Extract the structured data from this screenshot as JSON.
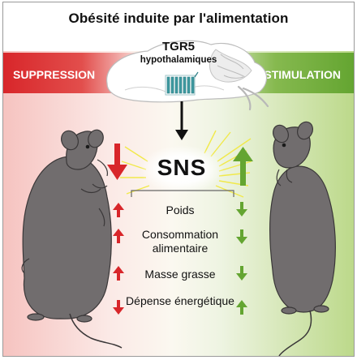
{
  "title": "Obésité induite par l'alimentation",
  "suppression_label": "SUPPRESSION",
  "stimulation_label": "STIMULATION",
  "receptor": {
    "name": "TGR5",
    "location": "hypothalamiques"
  },
  "center_label": "SNS",
  "outcomes": [
    {
      "label": "Poids",
      "suppression": "up",
      "stimulation": "down"
    },
    {
      "label": "Consommation alimentaire",
      "suppression": "up",
      "stimulation": "down"
    },
    {
      "label": "Masse grasse",
      "suppression": "up",
      "stimulation": "down"
    },
    {
      "label": "Dépense énergétique",
      "suppression": "down",
      "stimulation": "up"
    }
  ],
  "colors": {
    "suppression": "#d8262a",
    "stimulation": "#64a531",
    "mouse": "#716d6e"
  },
  "icons": [
    "brain-icon",
    "receptor-icon",
    "fat-mouse-icon",
    "lean-mouse-icon"
  ]
}
